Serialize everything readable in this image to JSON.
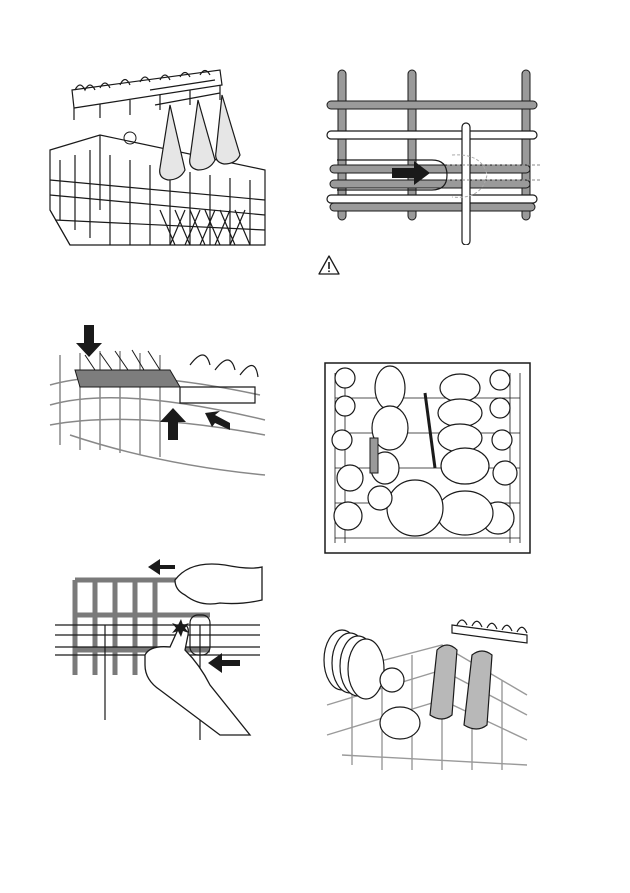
{
  "page": {
    "background": "#ffffff",
    "ink": "#1a1a1a",
    "rack_gray": "#8a8a8a",
    "rack_light": "#cfcfcf",
    "accent_dark": "#222222"
  },
  "figures": [
    {
      "id": "glass-holder-rack",
      "icons": [
        "glass-holder-icon",
        "wine-glass-icon",
        "cup-rack-icon"
      ]
    },
    {
      "id": "tine-fold-down",
      "icons": [
        "arrow-down-icon",
        "arrow-up-icon",
        "arrow-left-icon"
      ]
    },
    {
      "id": "tine-release-hand",
      "icons": [
        "hand-icon",
        "arrow-left-icon",
        "click-burst-icon"
      ]
    },
    {
      "id": "rack-tine-slide",
      "icons": [
        "arrow-right-icon",
        "tine-icon"
      ]
    },
    {
      "id": "warning-note",
      "icons": [
        "warning-triangle-icon"
      ]
    },
    {
      "id": "loaded-upper-basket",
      "icons": [
        "plate-icon",
        "cup-icon",
        "bowl-icon"
      ]
    },
    {
      "id": "glasses-on-rack",
      "icons": [
        "plate-icon",
        "tumbler-icon",
        "cup-icon"
      ]
    }
  ]
}
